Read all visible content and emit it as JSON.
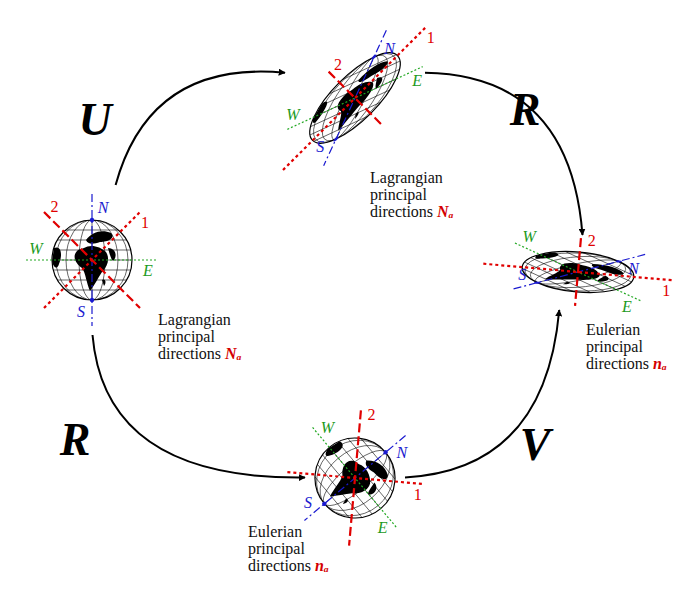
{
  "diagram": {
    "nodes": [
      {
        "text": [
          "Lagrangian principal directions Nₐ"
        ]
      },
      {
        "text": [
          "Lagrangian principal directions Nₐ"
        ]
      },
      {
        "text": [
          "Eulerian principal directions nₐ"
        ]
      },
      {
        "text": [
          "Eulerian principal directions nₐ"
        ]
      }
    ],
    "edges": [
      {
        "from": 0,
        "to": 1,
        "arrow": "to",
        "label": "U"
      },
      {
        "from": 1,
        "to": 3,
        "arrow": "to",
        "label": "R"
      },
      {
        "from": 0,
        "to": 2,
        "arrow": "to",
        "label": "R"
      },
      {
        "from": 2,
        "to": 3,
        "arrow": "to",
        "label": "V"
      }
    ],
    "labels": [
      "N",
      "S",
      "W",
      "E",
      "1",
      "2",
      "N",
      "S",
      "W",
      "E",
      "1",
      "2",
      "N",
      "S",
      "W",
      "E",
      "1",
      "2",
      "N",
      "S",
      "W",
      "E",
      "1",
      "2"
    ]
  }
}
